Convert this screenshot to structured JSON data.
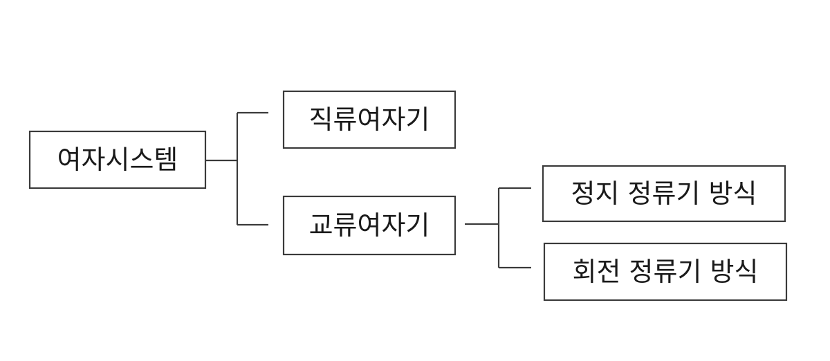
{
  "diagram": {
    "root": "여자시스템",
    "dc_exciter": "직류여자기",
    "ac_exciter": "교류여자기",
    "static_rectifier": "정지 정류기 방식",
    "rotating_rectifier": "회전 정류기 방식"
  }
}
